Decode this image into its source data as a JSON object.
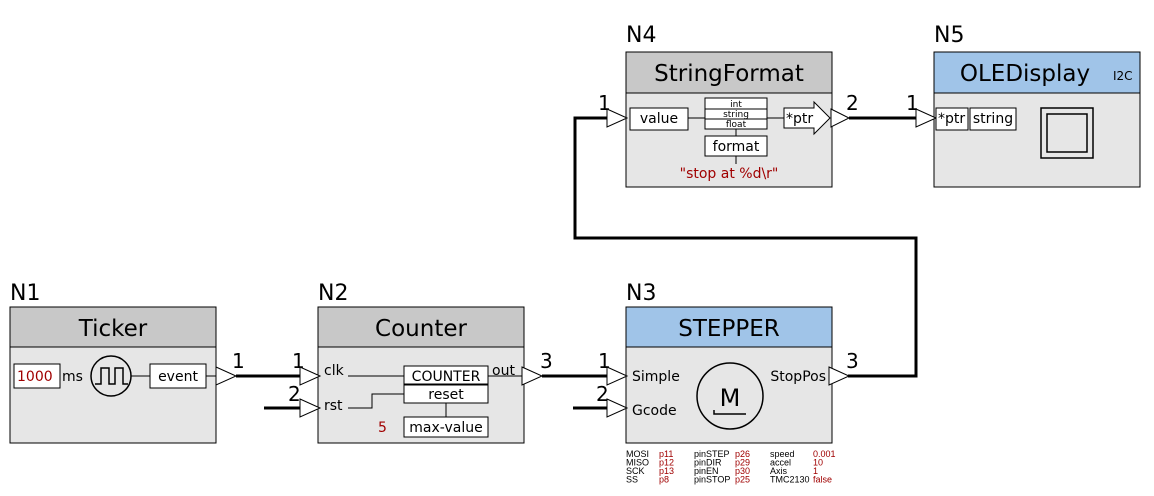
{
  "colors": {
    "header_gray": "#c8c8c8",
    "header_blue": "#a0c4e8",
    "body_gray": "#e6e6e6",
    "value_red": "#a00000"
  },
  "nodes": {
    "n1": {
      "id": "N1",
      "title": "Ticker",
      "interval": "1000",
      "unit": "ms",
      "output": "event",
      "icon": "square-wave-icon"
    },
    "n2": {
      "id": "N2",
      "title": "Counter",
      "in_clk": "clk",
      "in_rst": "rst",
      "out": "out",
      "counter": "COUNTER",
      "reset": "reset",
      "max_value_label": "max-value",
      "max_value": "5"
    },
    "n3": {
      "id": "N3",
      "title": "STEPPER",
      "in_simple": "Simple",
      "in_gcode": "Gcode",
      "out": "StopPos",
      "motor": "M",
      "icon": "motor-icon",
      "specs": [
        [
          "MOSI",
          "p11",
          "pinSTEP",
          "p26",
          "speed",
          "0.001"
        ],
        [
          "MISO",
          "p12",
          "pinDIR",
          "p29",
          "accel",
          "10"
        ],
        [
          "SCK",
          "p13",
          "pinEN",
          "p30",
          "Axis",
          "1"
        ],
        [
          "SS",
          "p8",
          "pinSTOP",
          "p25",
          "TMC2130",
          "false"
        ]
      ]
    },
    "n4": {
      "id": "N4",
      "title": "StringFormat",
      "in_value": "value",
      "types": [
        "int",
        "string",
        "float"
      ],
      "out": "*ptr",
      "format_label": "format",
      "format_value": "\"stop at %d\\r\""
    },
    "n5": {
      "id": "N5",
      "title": "OLEDisplay",
      "bus": "I2C",
      "in_ptr": "*ptr",
      "in_string": "string",
      "icon": "display-icon"
    }
  },
  "wires": {
    "n1_out": "1",
    "n2_clk": "1",
    "n2_rst": "2",
    "n2_out": "3",
    "n3_simple": "1",
    "n3_gcode": "2",
    "n3_out": "3",
    "n4_in": "1",
    "n4_out": "2",
    "n5_in": "1"
  }
}
